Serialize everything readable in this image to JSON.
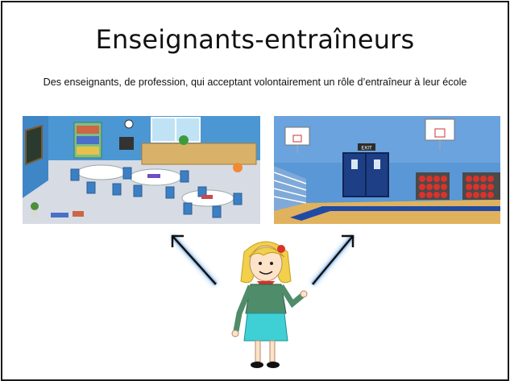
{
  "slide": {
    "title": "Enseignants-entraîneurs",
    "subtitle": "Des enseignants, de profession, qui acceptant volontairement un rôle d’entraîneur à leur école"
  },
  "gym_exit_sign": "EXIT"
}
